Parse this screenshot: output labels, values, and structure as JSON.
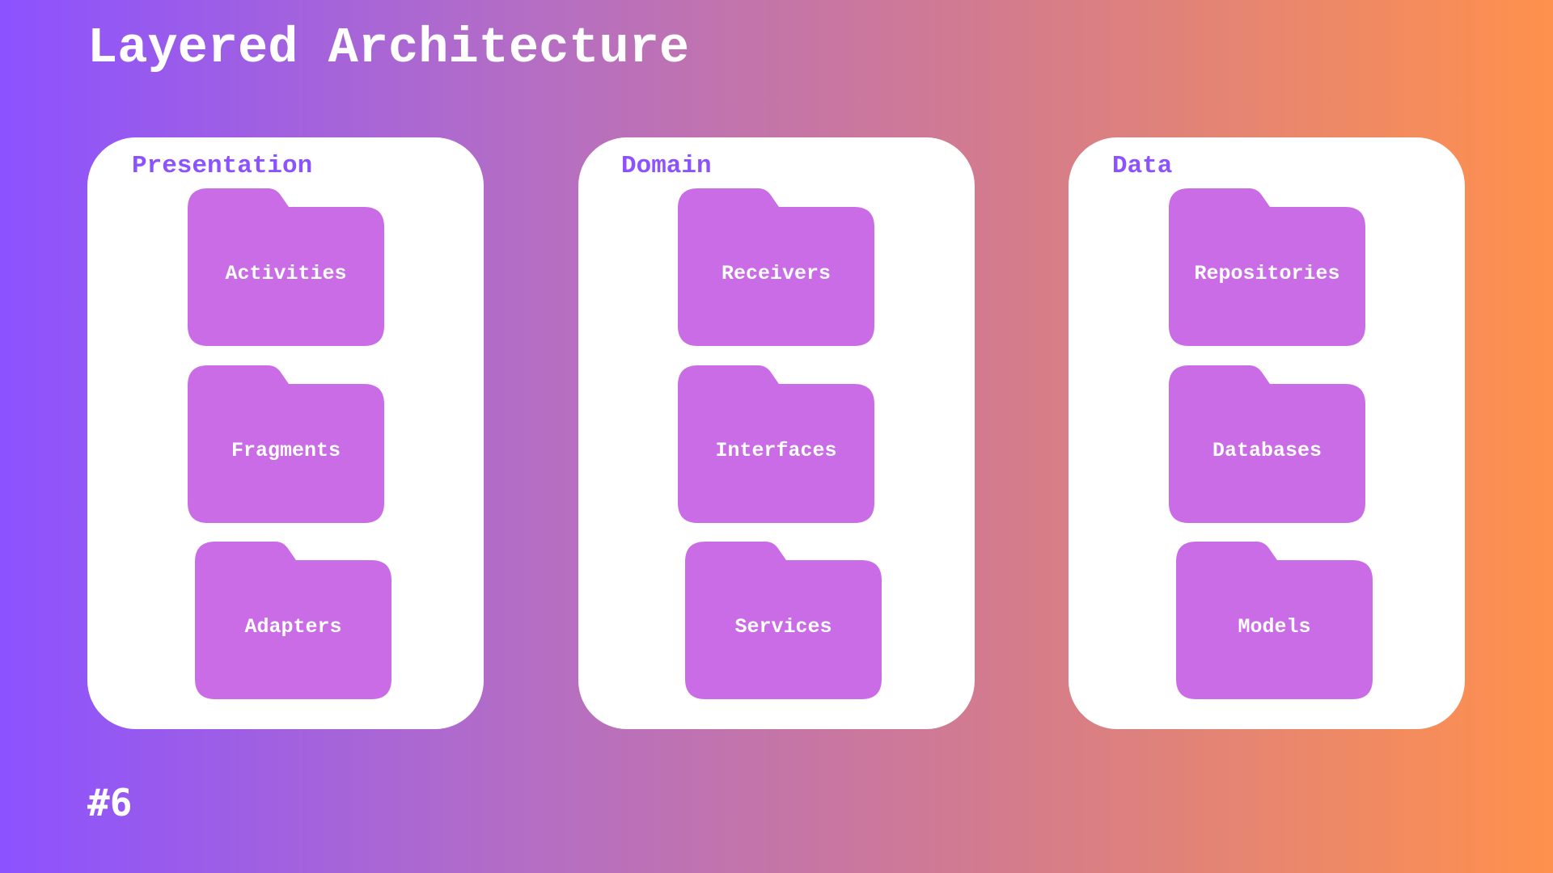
{
  "title": "Layered Architecture",
  "footer_tag": "#6",
  "colors": {
    "panel_label": "#8c52ff",
    "folder": "#c96ce6",
    "gradient_start": "#8c52ff",
    "gradient_end": "#ff914d"
  },
  "layers": [
    {
      "name": "Presentation",
      "folders": [
        "Activities",
        "Fragments",
        "Adapters"
      ]
    },
    {
      "name": "Domain",
      "folders": [
        "Receivers",
        "Interfaces",
        "Services"
      ]
    },
    {
      "name": "Data",
      "folders": [
        "Repositories",
        "Databases",
        "Models"
      ]
    }
  ],
  "icon": "folder-icon"
}
